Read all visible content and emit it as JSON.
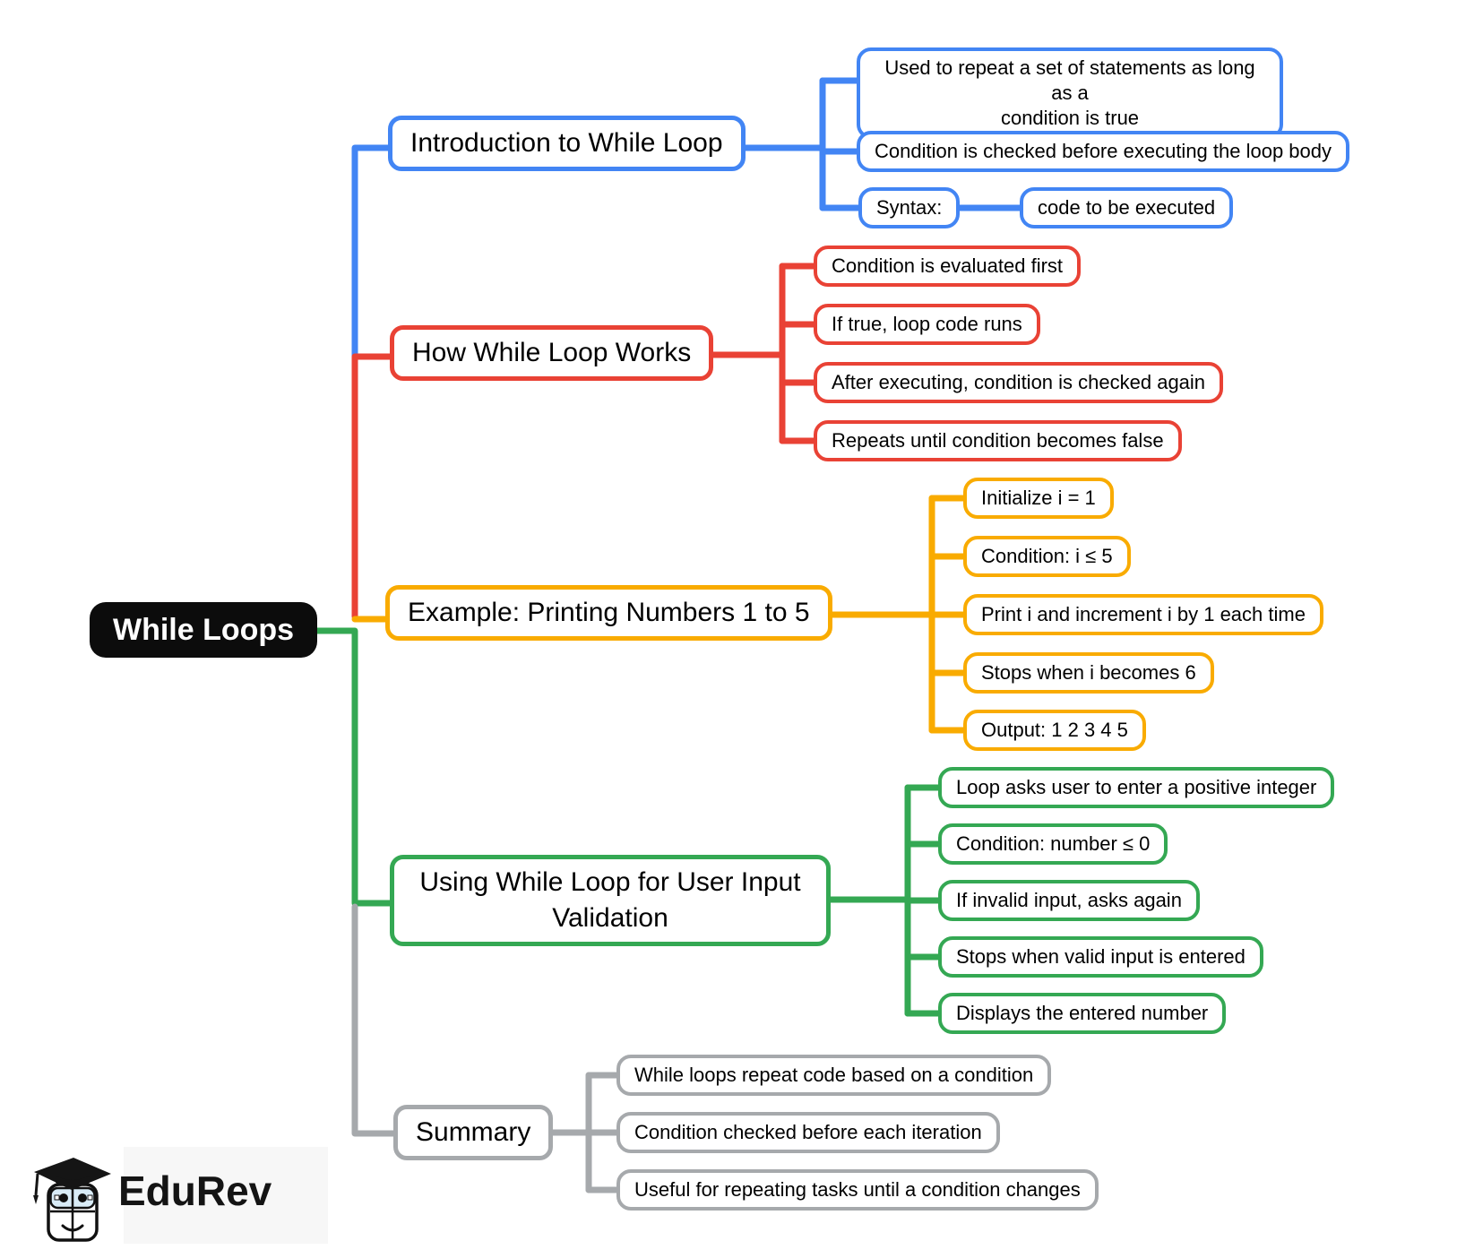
{
  "root": {
    "label": "While Loops"
  },
  "colors": {
    "blue": "#4285F4",
    "red": "#E94235",
    "yellow": "#F9AB00",
    "green": "#34A853",
    "gray": "#A6A9AC",
    "root_bg": "#0C0C0C",
    "node_bg": "#FFFFFF",
    "text": "#000000"
  },
  "branches": [
    {
      "label": "Introduction to While Loop",
      "color": "blue",
      "children": [
        {
          "label": "Used to repeat a set of statements as long as a\ncondition is true"
        },
        {
          "label": "Condition is checked before executing the loop body"
        },
        {
          "label": "Syntax:",
          "children": [
            {
              "label": "code to be executed"
            }
          ]
        }
      ]
    },
    {
      "label": "How While Loop Works",
      "color": "red",
      "children": [
        {
          "label": "Condition is evaluated first"
        },
        {
          "label": "If true, loop code runs"
        },
        {
          "label": "After executing, condition is checked again"
        },
        {
          "label": "Repeats until condition becomes false"
        }
      ]
    },
    {
      "label": "Example: Printing Numbers 1 to 5",
      "color": "yellow",
      "children": [
        {
          "label": "Initialize i = 1"
        },
        {
          "label": "Condition: i ≤ 5"
        },
        {
          "label": "Print i and increment i by 1 each time"
        },
        {
          "label": "Stops when i becomes 6"
        },
        {
          "label": "Output: 1 2 3 4 5"
        }
      ]
    },
    {
      "label": "Using While Loop for User Input\nValidation",
      "color": "green",
      "children": [
        {
          "label": "Loop asks user to enter a positive integer"
        },
        {
          "label": "Condition: number ≤ 0"
        },
        {
          "label": "If invalid input, asks again"
        },
        {
          "label": "Stops when valid input is entered"
        },
        {
          "label": "Displays the entered number"
        }
      ]
    },
    {
      "label": "Summary",
      "color": "gray",
      "children": [
        {
          "label": "While loops repeat code based on a condition"
        },
        {
          "label": "Condition checked before each iteration"
        },
        {
          "label": "Useful for repeating tasks until a condition changes"
        }
      ]
    }
  ],
  "logo": {
    "wordmark": "EduRev",
    "mascot_icon": "graduation-cap-mascot"
  }
}
